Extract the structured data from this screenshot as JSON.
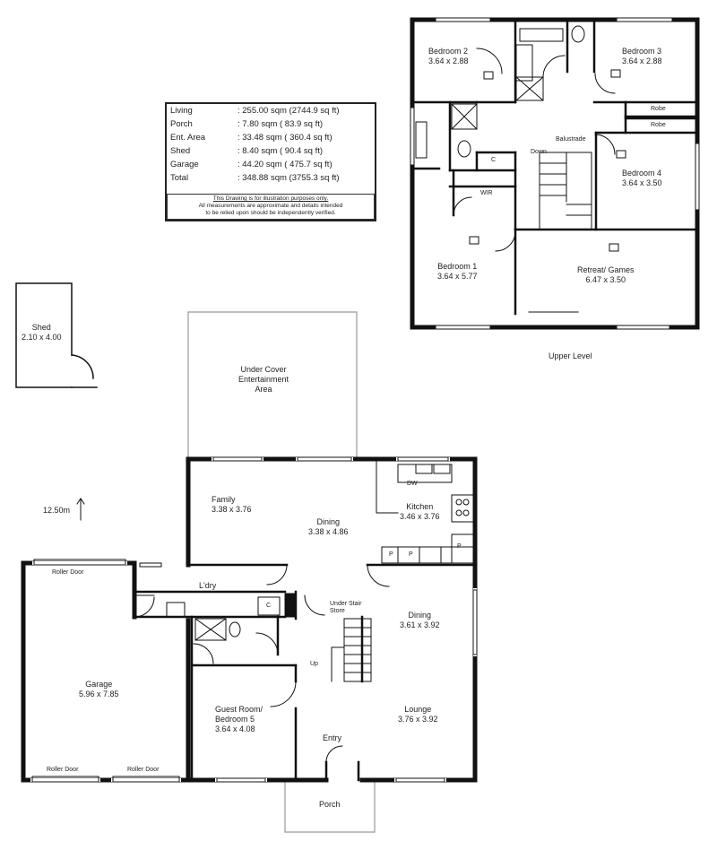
{
  "area_table": {
    "rows": [
      {
        "name": "Living",
        "value": ": 255.00 sqm (2744.9 sq ft)"
      },
      {
        "name": "Porch",
        "value": ":   7.80 sqm (  83.9 sq ft)"
      },
      {
        "name": "Ent. Area",
        "value": ":  33.48 sqm (  360.4 sq ft)"
      },
      {
        "name": "Shed",
        "value": ":   8.40 sqm (   90.4 sq ft)"
      },
      {
        "name": "Garage",
        "value": ":  44.20 sqm (  475.7 sq ft)"
      },
      {
        "name": "Total",
        "value": ": 348.88 sqm (3755.3 sq ft)"
      }
    ],
    "disclaimer_line1": "This Drawing is for illustration purposes only.",
    "disclaimer_line2": "All measurements are approximate and details intended",
    "disclaimer_line3": "to be relied upon should be independently verified."
  },
  "upper_level": {
    "caption": "Upper Level",
    "rooms": {
      "bedroom2": {
        "name": "Bedroom 2",
        "dim": "3.64 x 2.88"
      },
      "bedroom3": {
        "name": "Bedroom 3",
        "dim": "3.64 x 2.88"
      },
      "bedroom4": {
        "name": "Bedroom 4",
        "dim": "3.64 x 3.50"
      },
      "bedroom1": {
        "name": "Bedroom 1",
        "dim": "3.64 x 5.77"
      },
      "retreat": {
        "name": "Retreat/ Games",
        "dim": "6.47 x 3.50"
      }
    },
    "fixtures": {
      "robe1": "Robe",
      "robe2": "Robe",
      "balustrade": "Balustrade",
      "down": "Down",
      "wir": "WIR",
      "linen": "C"
    }
  },
  "ground_level": {
    "shed": {
      "name": "Shed",
      "dim": "2.10 x 4.00"
    },
    "outdoor": {
      "line1": "Under Cover",
      "line2": "Entertainment",
      "line3": "Area"
    },
    "north": "12.50m",
    "family": {
      "name": "Family",
      "dim": "3.38 x 3.76"
    },
    "dining1": {
      "name": "Dining",
      "dim": "3.38 x 4.86"
    },
    "kitchen": {
      "name": "Kitchen",
      "dim": "3.46 x 3.76"
    },
    "dining2": {
      "name": "Dining",
      "dim": "3.61 x 3.92"
    },
    "lounge": {
      "name": "Lounge",
      "dim": "3.76 x 3.92"
    },
    "garage": {
      "name": "Garage",
      "dim": "5.96 x 7.85"
    },
    "guest": {
      "line1": "Guest Room/",
      "line2": "Bedroom 5",
      "dim": "3.64 x 4.08"
    },
    "laundry": "L'dry",
    "under_stair": {
      "line1": "Under Stair",
      "line2": "Store"
    },
    "up": "Up",
    "entry": "Entry",
    "porch": "Porch",
    "roller_door_top": "Roller Door",
    "roller_door_bl": "Roller Door",
    "roller_door_br": "Roller Door",
    "dw": "DW",
    "pantry1": "P",
    "pantry2": "P",
    "pantry3": "P",
    "cupboard": "C"
  }
}
